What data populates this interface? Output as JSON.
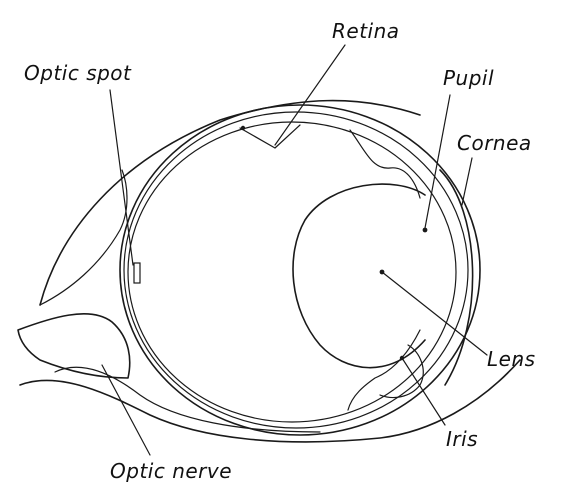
{
  "diagram": {
    "labels": {
      "retina": "Retina",
      "optic_spot": "Optic spot",
      "pupil": "Pupil",
      "cornea": "Cornea",
      "lens": "Lens",
      "iris": "Iris",
      "optic_nerve": "Optic nerve"
    },
    "colors": {
      "ink": "#1a1a1a",
      "background": "#ffffff"
    }
  }
}
